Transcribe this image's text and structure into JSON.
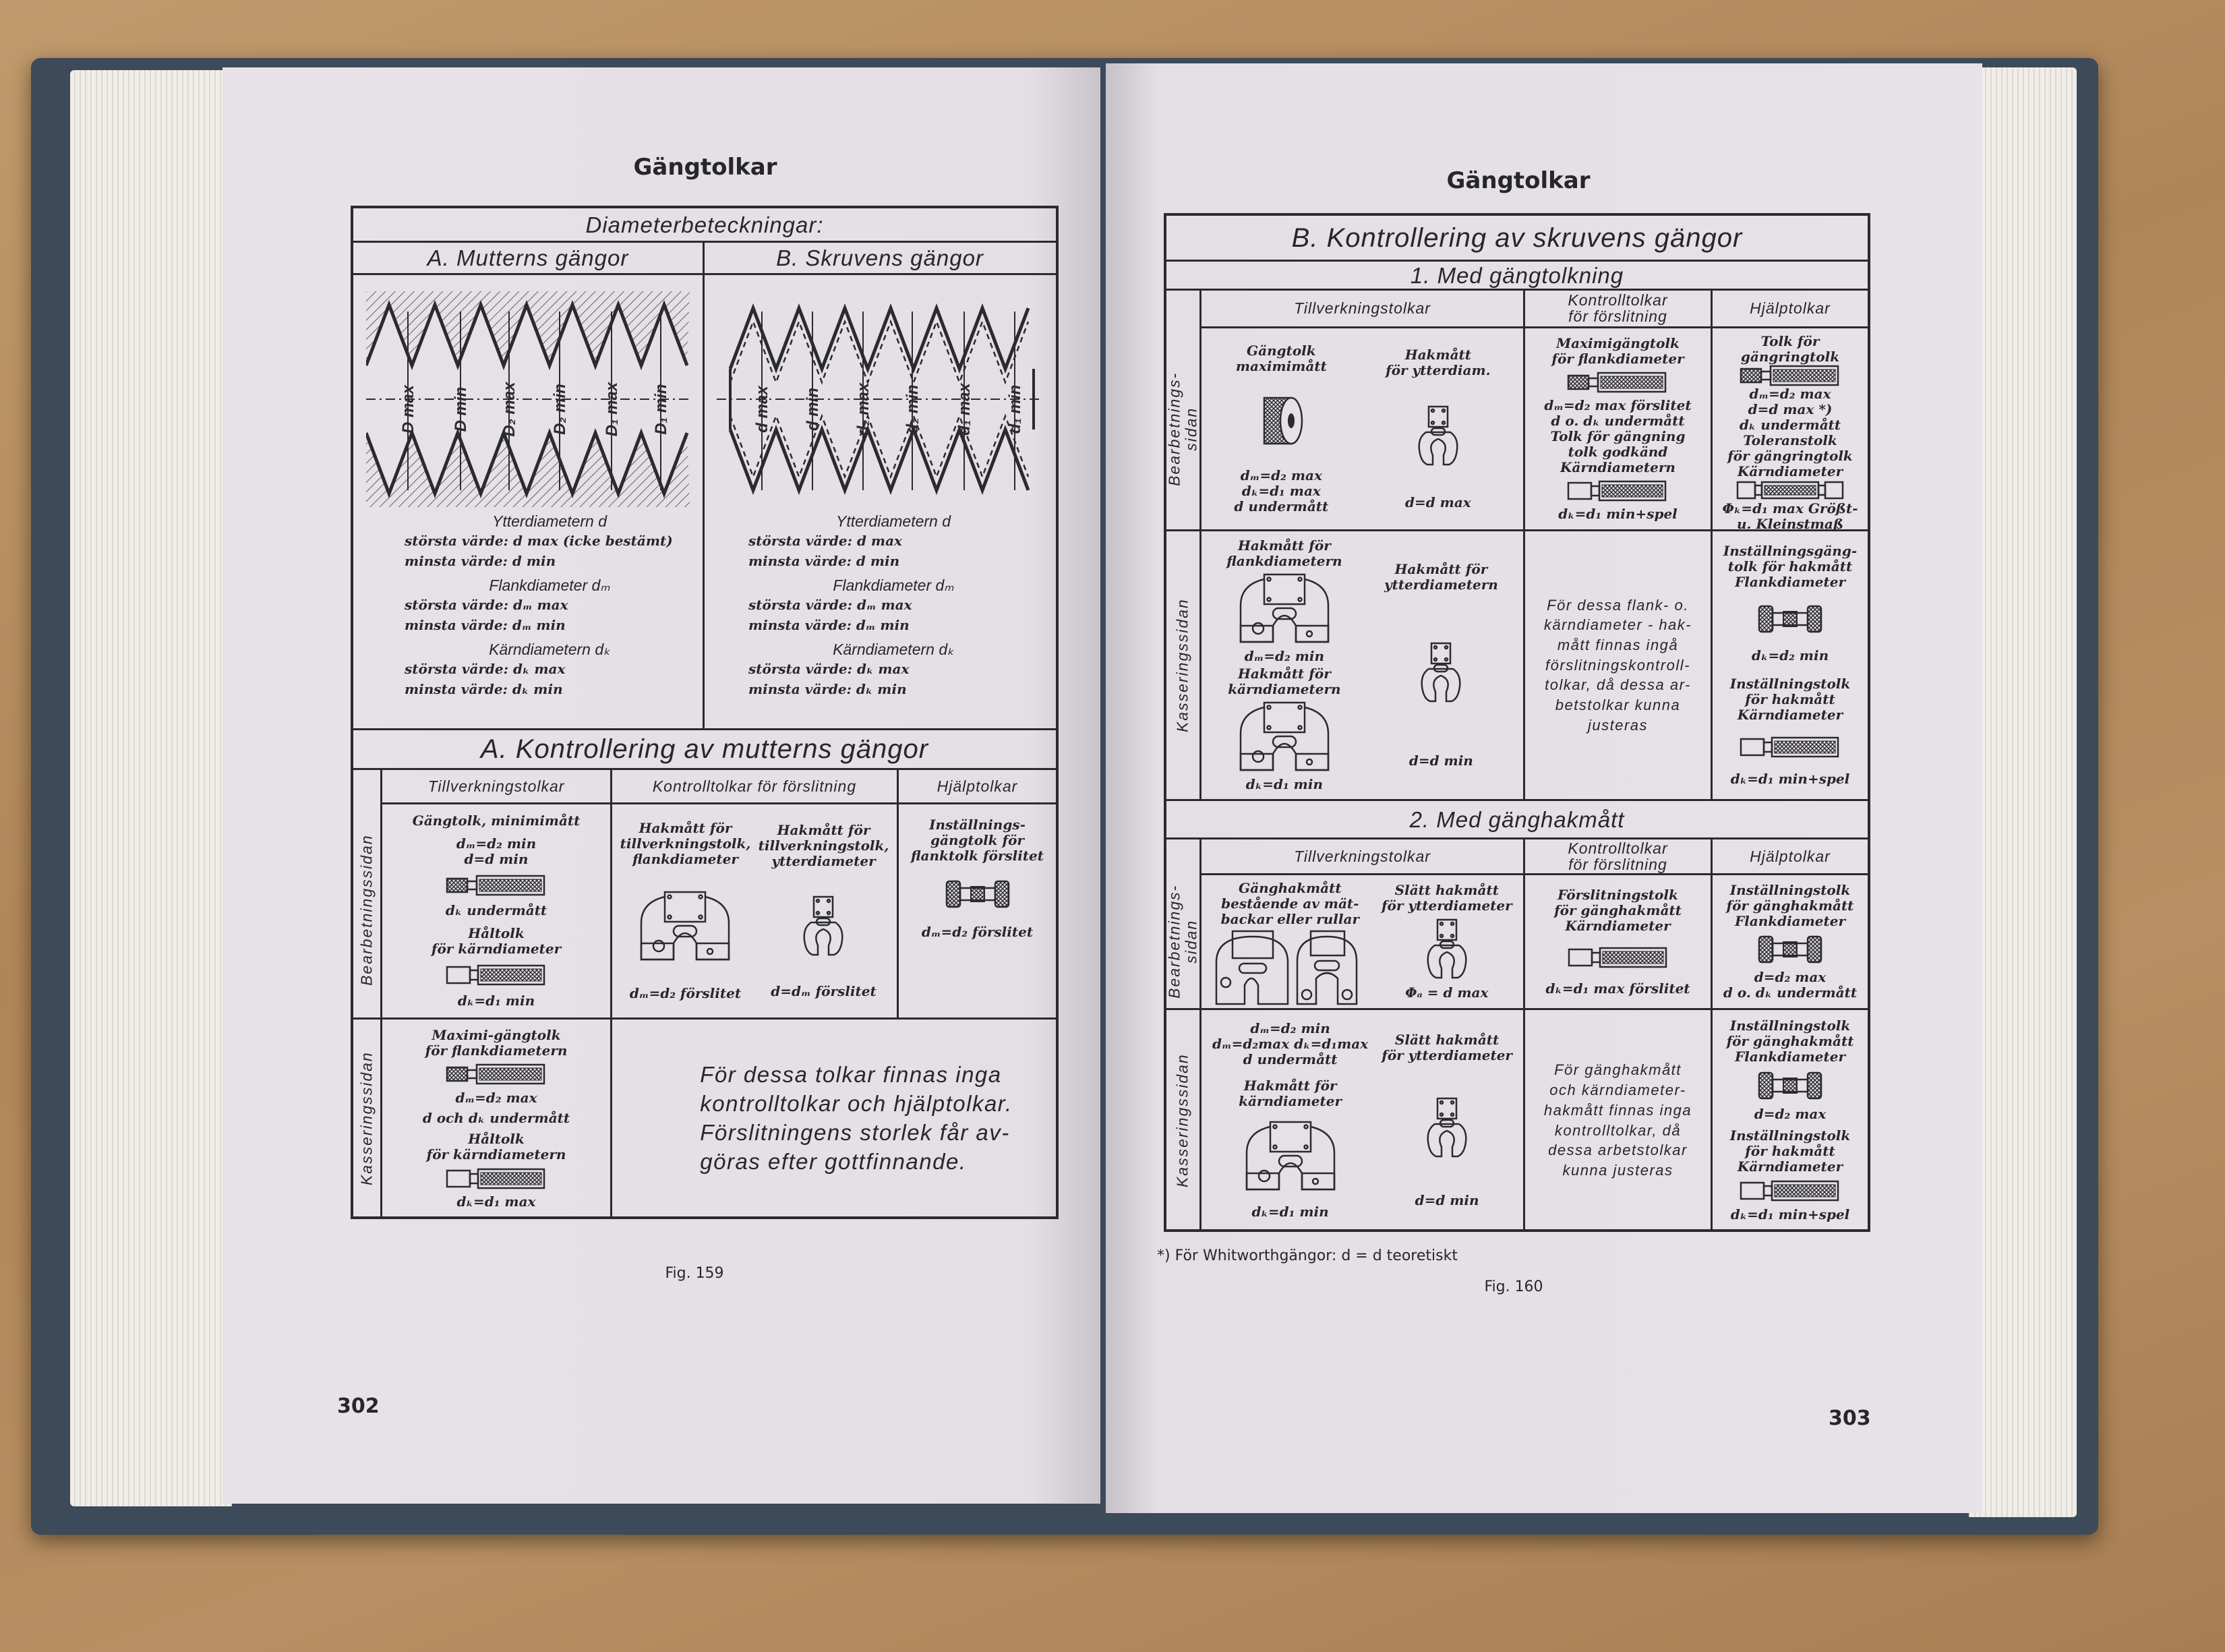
{
  "left_page": {
    "title": "Gängtolkar",
    "figure": "Fig. 159",
    "page_number": "302",
    "table": {
      "header": "Diameterbeteckningar:",
      "col_a": "A. Mutterns gängor",
      "col_b": "B. Skruvens gängor",
      "diagram_a_labels": [
        "D max",
        "D min",
        "D₂ max",
        "D₂ min",
        "D₁ max",
        "D₁ min"
      ],
      "diagram_b_labels": [
        "d max",
        "d min",
        "d₂ max",
        "d₂ min",
        "d₁ max",
        "d₁ min"
      ],
      "desc_a": [
        {
          "heading": "Ytterdiametern d",
          "lines": [
            "största värde: d max (icke bestämt)",
            "minsta värde: d min"
          ]
        },
        {
          "heading": "Flankdiameter dₘ",
          "lines": [
            "största värde: dₘ max",
            "minsta värde: dₘ min"
          ]
        },
        {
          "heading": "Kärndiametern dₖ",
          "lines": [
            "största värde: dₖ max",
            "minsta värde: dₖ min"
          ]
        }
      ],
      "desc_b": [
        {
          "heading": "Ytterdiametern d",
          "lines": [
            "största värde: d max",
            "minsta värde: d min"
          ]
        },
        {
          "heading": "Flankdiameter dₘ",
          "lines": [
            "största värde: dₘ max",
            "minsta värde: dₘ min"
          ]
        },
        {
          "heading": "Kärndiametern dₖ",
          "lines": [
            "största värde: dₖ max",
            "minsta värde: dₖ min"
          ]
        }
      ],
      "section_title": "A. Kontrollering av mutterns gängor",
      "columns": [
        "Tillverkningstolkar",
        "Kontrolltolkar för förslitning",
        "Hjälptolkar"
      ],
      "rows": [
        "Bearbetningssidan",
        "Kasseringssidan"
      ],
      "cells": {
        "bearb_tillv": [
          [
            "Gängtolk, minimimått",
            "dₘ=d₂ min\nd=d min",
            {
              "icon": "thread-plug-gauge"
            },
            "dₖ undermått",
            "Håltolk\nför kärndiameter",
            {
              "icon": "plain-plug-gauge"
            },
            "dₖ=d₁ min"
          ]
        ],
        "bearb_kontr": [
          [
            "Hakmått för\ntillverkningstolk,\nflankdiameter",
            {
              "icon": "snap-gauge-large"
            },
            "dₘ=d₂ förslitet"
          ],
          [
            "Hakmått för\ntillverkningstolk,\nytterdiameter",
            {
              "icon": "snap-gauge-small"
            },
            "d=dₘ förslitet"
          ]
        ],
        "bearb_hjalp": [
          [
            "Inställnings-\ngängtolk för\nflanktolk förslitet",
            {
              "icon": "setting-plug-gauge"
            },
            "dₘ=d₂ förslitet"
          ]
        ],
        "kass_tillv": [
          [
            "Maximi-gängtolk\nför flankdiametern",
            {
              "icon": "thread-plug-gauge"
            },
            "dₘ=d₂ max",
            "d och dₖ undermått",
            "Håltolk\nför kärndiametern",
            {
              "icon": "plain-plug-gauge"
            },
            "dₖ=d₁ max"
          ]
        ],
        "kass_note": "För dessa tolkar finnas inga\nkontrolltolkar och hjälptolkar.\nFörslitningens storlek får av-\ngöras efter gottfinnande."
      }
    }
  },
  "right_page": {
    "title": "Gängtolkar",
    "figure": "Fig. 160",
    "page_number": "303",
    "footnote": "*) För Whitworthgängor: d = d teoretiskt",
    "table": {
      "header": "B. Kontrollering av skruvens gängor",
      "section1_title": "1. Med gängtolkning",
      "section2_title": "2. Med gänghakmått",
      "columns": [
        "Tillverkningstolkar",
        "Kontrolltolkar\nför förslitning",
        "Hjälptolkar"
      ],
      "rows": [
        "Bearbetnings-\nsidan",
        "Kasseringssidan"
      ],
      "s1": {
        "bearb_tillv": [
          [
            "Gängtolk\nmaximimått",
            {
              "icon": "thread-ring-gauge"
            },
            "dₘ=d₂ max\ndₖ=d₁ max\nd undermått"
          ],
          [
            "Hakmått\nför ytterdiam.",
            {
              "icon": "snap-gauge-small"
            },
            "d=d max"
          ]
        ],
        "bearb_kontr": [
          [
            "Maximigängtolk\nför flankdiameter",
            {
              "icon": "thread-plug-gauge"
            },
            "dₘ=d₂ max förslitet\nd o. dₖ undermått\nTolk för gängning\ntolk godkänd\nKärndiametern",
            {
              "icon": "plain-plug-gauge"
            },
            "dₖ=d₁ min+spel"
          ]
        ],
        "bearb_hjalp": [
          [
            "Tolk för\ngängringtolk",
            {
              "icon": "thread-plug-gauge"
            },
            "dₘ=d₂ max\nd=d max *)\ndₖ undermått\nToleranstolk\nför gängringtolk\nKärndiameter",
            {
              "icon": "double-plain-plug-gauge"
            },
            "Φₖ=d₁ max Größt- u. Kleinstmaß"
          ]
        ],
        "kass_tillv": [
          [
            "Hakmått för\nflankdiametern",
            {
              "icon": "snap-gauge-large"
            },
            "dₘ=d₂ min",
            "Hakmått för\nkärndiametern",
            {
              "icon": "snap-gauge-large"
            },
            "dₖ=d₁ min"
          ],
          [
            "Hakmått för\nytterdiametern",
            {
              "icon": "snap-gauge-small"
            },
            "d=d min"
          ]
        ],
        "kass_kontr": "För dessa flank- o.\nkärndiameter - hak-\nmått finnas ingå\nförslitningskontroll-\ntolkar, då dessa ar-\nbetstolkar kunna\njusteras",
        "kass_hjalp": [
          [
            "Inställningsgäng-\ntolk för hakmått\nFlankdiameter",
            {
              "icon": "setting-plug-gauge"
            },
            "dₖ=d₂ min",
            "Inställningstolk\nför hakmått\nKärndiameter",
            {
              "icon": "plain-plug-gauge"
            },
            "dₖ=d₁ min+spel"
          ]
        ]
      },
      "s2": {
        "bearb_tillv": [
          [
            "Gänghakmått\nbestående av mät-\nbackar eller rullar",
            {
              "icon": "thread-snap-gauge-pair"
            }
          ],
          [
            "Slätt hakmått\nför ytterdiameter",
            {
              "icon": "snap-gauge-small"
            },
            "Φₐ = d max"
          ]
        ],
        "bearb_kontr": [
          [
            "Förslitningstolk\nför gänghakmått\nKärndiameter",
            {
              "icon": "plain-plug-gauge"
            },
            "dₖ=d₁ max förslitet"
          ]
        ],
        "bearb_hjalp": [
          [
            "Inställningstolk\nför gänghakmått\nFlankdiameter",
            {
              "icon": "setting-plug-gauge"
            },
            "d=d₂ max\nd o. dₖ undermått"
          ]
        ],
        "kass_tillv": [
          [
            "dₘ=d₂ min\ndₘ=d₂max dₖ=d₁max\nd undermått",
            "Hakmått för\nkärndiameter",
            {
              "icon": "snap-gauge-large"
            },
            "dₖ=d₁ min"
          ],
          [
            "Slätt hakmått\nför ytterdiameter",
            {
              "icon": "snap-gauge-small"
            },
            "d=d min"
          ]
        ],
        "kass_kontr": "För gänghakmått\noch kärndiameter-\nhakmått finnas inga\nkontrolltolkar, då\ndessa arbetstolkar\nkunna justeras",
        "kass_hjalp": [
          [
            "Inställningstolk\nför gänghakmått\nFlankdiameter",
            {
              "icon": "setting-plug-gauge"
            },
            "d=d₂ max",
            "Inställningstolk\nför hakmått\nKärndiameter",
            {
              "icon": "plain-plug-gauge"
            },
            "dₖ=d₁ min+spel"
          ]
        ]
      }
    }
  }
}
